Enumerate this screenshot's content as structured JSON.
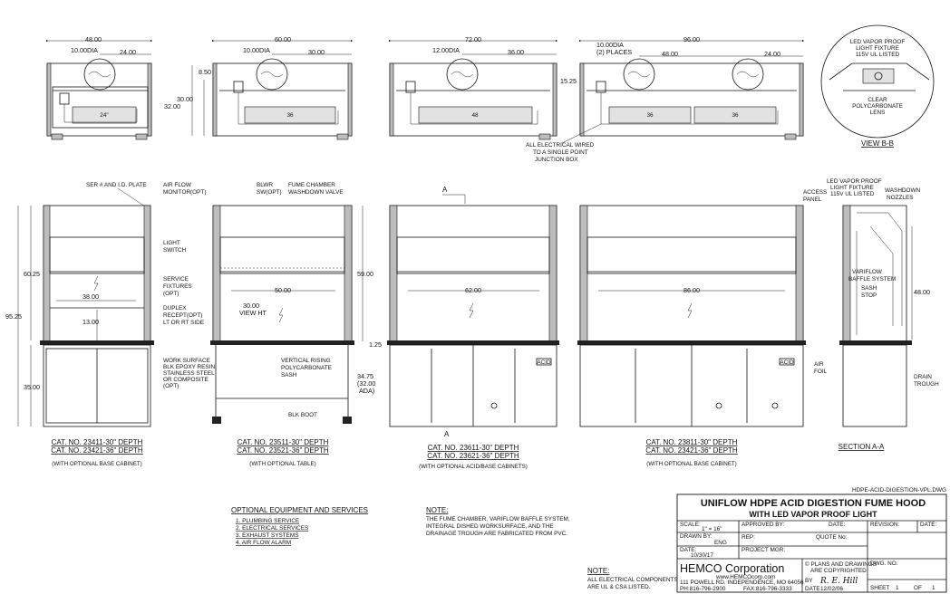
{
  "top_views": [
    {
      "width": "48.00",
      "dia": "10.00DIA",
      "right": "24.00",
      "light": "24\"",
      "h1": "",
      "h2": ""
    },
    {
      "width": "60.00",
      "dia": "10.00DIA",
      "right": "30.00",
      "light": "36",
      "h1": "8.50",
      "h2": "30.00",
      "h3": "32.00"
    },
    {
      "width": "72.00",
      "dia": "12.00DIA",
      "right": "36.00",
      "light": "48",
      "h1": "15.25"
    },
    {
      "width": "96.00",
      "dia": "10.00DIA",
      "dia2": "(2) PLACES",
      "left": "48.00",
      "right": "24.00",
      "light1": "36",
      "light2": "36"
    }
  ],
  "note_wired": [
    "ALL ELECTRICAL WIRED",
    "TO A SINGLE POINT",
    "JUNCTION BOX"
  ],
  "view_bb": {
    "title": "VIEW B-B",
    "top_label": [
      "LED VAPOR PROOF",
      "LIGHT FIXTURE",
      "115V UL LISTED"
    ],
    "bottom_label": [
      "CLEAR",
      "POLYCARBONATE",
      "LENS"
    ]
  },
  "front1": {
    "labels": {
      "ser": "SER # AND I.D. PLATE",
      "total": "95.25",
      "upper": "60.25",
      "lower": "35.00",
      "w": "38.00",
      "h": "13.00"
    },
    "cat": [
      "CAT. NO. 23411-30\" DEPTH",
      "CAT. NO. 23421-36\" DEPTH"
    ],
    "sub": "(WITH OPTIONAL BASE CABINET)"
  },
  "front2": {
    "labels": {
      "airflow": [
        "AIR FLOW",
        "MONITOR(OPT)"
      ],
      "blwr": [
        "BLWR",
        "SW(OPT)"
      ],
      "washdown": [
        "FUME CHAMBER",
        "WASHDOWN VALVE"
      ],
      "light": [
        "LIGHT",
        "SWITCH"
      ],
      "service": [
        "SERVICE",
        "FIXTURES",
        "(OPT)"
      ],
      "duplex": [
        "DUPLEX",
        "RECEPT(OPT)",
        "LT OR RT SIDE"
      ],
      "work": [
        "WORK SURFACE",
        "BLK EPOXY RESIN,",
        "STAINLESS STEEL",
        "OR COMPOSITE",
        "(OPT)"
      ],
      "sash": [
        "VERTICAL RISING",
        "POLYCARBONATE",
        "SASH"
      ],
      "viewht": [
        "30.00",
        "VIEW HT"
      ],
      "w": "50.00",
      "d59": "59.00",
      "d125": "1.25",
      "d3475": [
        "34.75",
        "(32.00",
        "ADA)"
      ],
      "boot": "BLK BOOT"
    },
    "cat": [
      "CAT. NO. 23511-30\" DEPTH",
      "CAT. NO. 23521-36\" DEPTH"
    ],
    "sub": "(WITH OPTIONAL TABLE)"
  },
  "front3": {
    "w": "62.00",
    "section": "A",
    "acid": "ACID",
    "cat": [
      "CAT. NO. 23611-30\" DEPTH",
      "CAT. NO. 23621-36\" DEPTH"
    ],
    "sub": "(WITH OPTIONAL ACID/BASE CABINETS)"
  },
  "front4": {
    "w": "86.00",
    "acid": "ACID",
    "cat": [
      "CAT. NO. 23811-30\" DEPTH",
      "CAT. NO. 23421-36\" DEPTH"
    ],
    "sub": "(WITH OPTIONAL BASE CABINET)"
  },
  "section_aa": {
    "title": "SECTION A-A",
    "access": [
      "ACCESS",
      "PANEL"
    ],
    "led": [
      "LED VAPOR PROOF",
      "LIGHT FIXTURE",
      "115V UL LISTED"
    ],
    "washdown": [
      "WASHDOWN",
      "NOZZLES"
    ],
    "variflow": [
      "VARIFLOW",
      "BAFFLE SYSTEM"
    ],
    "sashstop": [
      "SASH",
      "STOP"
    ],
    "d48": "48.00",
    "airfoil": [
      "AIR",
      "FOIL"
    ],
    "drain": [
      "DRAIN",
      "TROUGH"
    ]
  },
  "optional": {
    "title": "OPTIONAL EQUIPMENT AND SERVICES",
    "items": [
      "1. PLUMBING SERVICE",
      "2. ELECTRICAL SERVICES",
      "3. EXHAUST SYSTEMS",
      "4. AIR FLOW ALARM"
    ]
  },
  "note1": {
    "title": "NOTE:",
    "lines": [
      "THE FUME CHAMBER, VARIFLOW BAFFLE SYSTEM,",
      "INTEGRAL DISHED WORKSURFACE, AND THE",
      "DRAINAGE TROUGH ARE FABRICATED FROM PVC."
    ]
  },
  "note2": {
    "title": "NOTE:",
    "lines": [
      "ALL ELECTRICAL COMPONENTS",
      "ARE UL & CSA LISTED."
    ]
  },
  "titleblock": {
    "filename": "HDPE-ACID-DIGESTION-VPL.DWG",
    "title1": "UNIFLOW HDPE ACID DIGESTION FUME HOOD",
    "title2": "WITH LED VAPOR PROOF LIGHT",
    "scale_lbl": "SCALE:",
    "scale": "1\" = 16\"",
    "approved_lbl": "APPROVED BY:",
    "date_lbl": "DATE:",
    "revision_lbl": "REVISION:",
    "drawn_lbl": "DRAWN BY:",
    "drawn": "ENG",
    "rep_lbl": "REP:",
    "quote_lbl": "QUOTE No:",
    "date2_lbl": "DATE:",
    "date2": "10/30/17",
    "pm_lbl": "PROJECT MGR:",
    "company": "HEMCO Corporation",
    "web": "www.HEMCOcorp.com",
    "addr": "111 POWELL RD.  INDEPENDENCE, MO 64056",
    "phone": "PH:816-796-2900",
    "fax": "FAX:816-796-3333",
    "copy": [
      "© PLANS AND DRAWINGS",
      "ARE COPYRIGHTED"
    ],
    "by": "BY",
    "sig": "R. E. Hill",
    "date3_lbl": "DATE",
    "date3": "12/02/06",
    "dwg_lbl": "DWG. NO.",
    "sheet_lbl": "SHEET",
    "sheet": "1",
    "of": "OF",
    "sheets": "1"
  }
}
